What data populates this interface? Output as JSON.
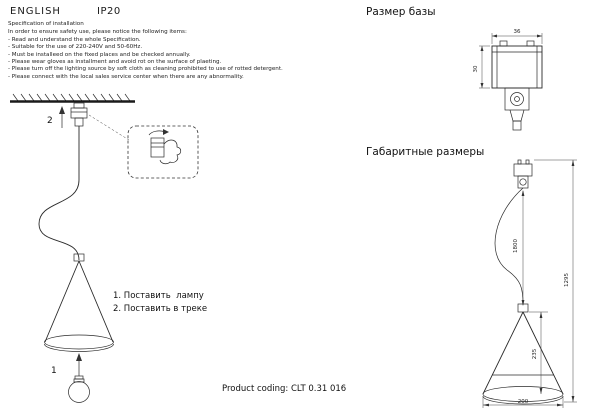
{
  "header": {
    "language_label": "ENGLISH",
    "ip_rating": "IP20"
  },
  "spec": {
    "title": "Specification of installation",
    "intro": "In order to ensure safety use, please notice the following items:",
    "items": [
      "- Read and understand the whole Specification.",
      "- Suitable for the use of 220-240V and 50-60Hz.",
      "- Must be installeed on the fixed places and be checked annually.",
      "- Please wear gloves as installment and avoid rot on the surface of plaeting.",
      "- Please turn off the lighting source by soft cloth as cleaning prohibited to use of rotted detergent.",
      "- Please connect with the local sales service center when there are any abnormality."
    ]
  },
  "installation_steps": {
    "line1": "1. Поставить  лампу",
    "line2": "2. Поставить в треке"
  },
  "diagram_markers": {
    "step1": "1",
    "step2": "2"
  },
  "base_size": {
    "title": "Размер базы",
    "width_mm": "36",
    "height_mm": "30"
  },
  "overall_dimensions": {
    "title": "Габаритные размеры",
    "wire_length_mm": "1800",
    "total_height_mm": "1295",
    "shade_height_mm": "235",
    "shade_diameter_mm": "200"
  },
  "footer": {
    "product_coding": "Product coding: CLT 0.31 016"
  }
}
